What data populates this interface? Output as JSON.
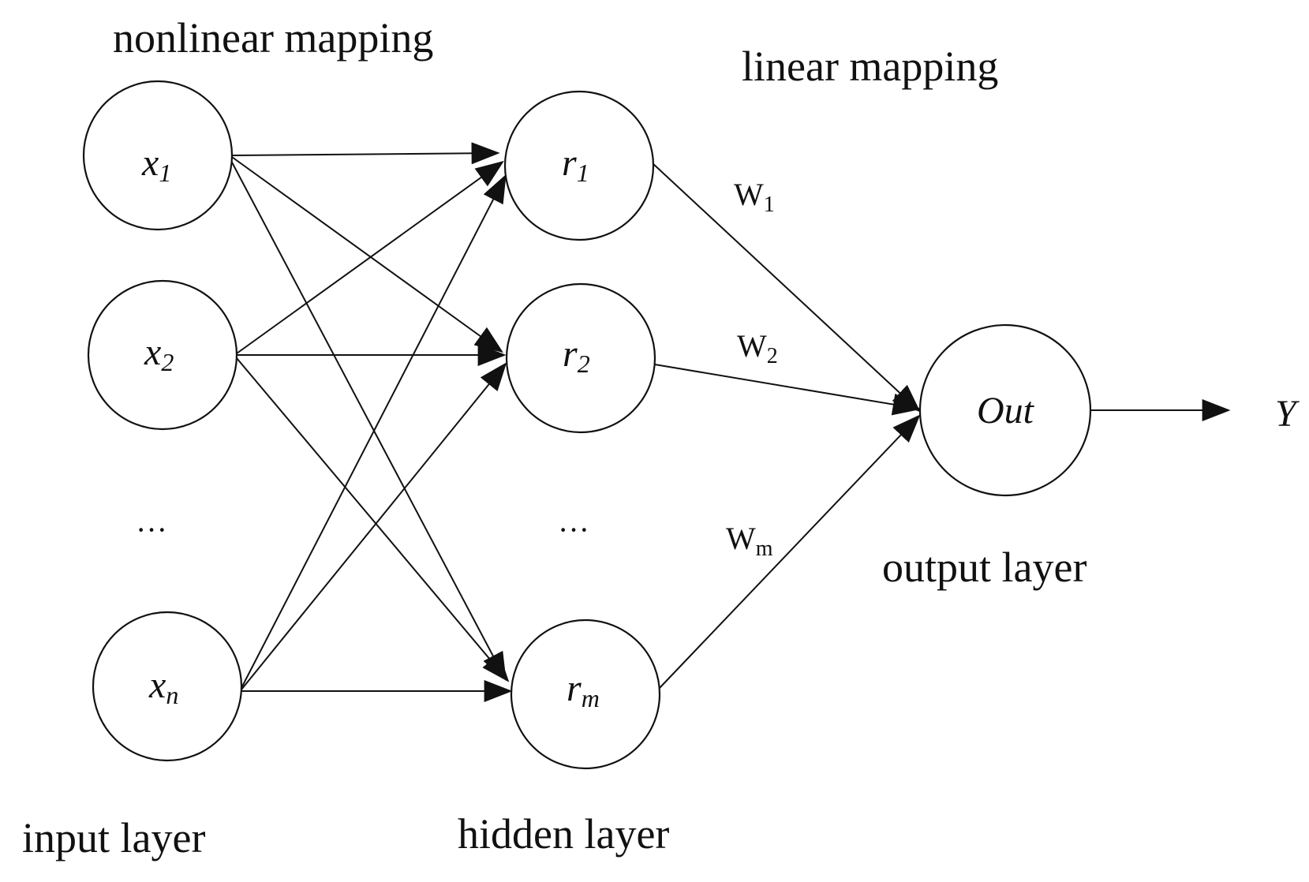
{
  "labels": {
    "nonlinear_mapping": "nonlinear mapping",
    "linear_mapping": "linear mapping",
    "input_layer": "input layer",
    "hidden_layer": "hidden layer",
    "output_layer": "output layer"
  },
  "input_nodes": [
    {
      "var": "x",
      "sub": "1"
    },
    {
      "var": "x",
      "sub": "2"
    },
    {
      "var": "x",
      "sub": "n"
    }
  ],
  "hidden_nodes": [
    {
      "var": "r",
      "sub": "1"
    },
    {
      "var": "r",
      "sub": "2"
    },
    {
      "var": "r",
      "sub": "m"
    }
  ],
  "output_node": {
    "label": "Out"
  },
  "output_symbol": "Y",
  "weights": [
    {
      "base": "W",
      "sub": "1"
    },
    {
      "base": "W",
      "sub": "2"
    },
    {
      "base": "W",
      "sub": "m"
    }
  ],
  "ellipsis": "···"
}
